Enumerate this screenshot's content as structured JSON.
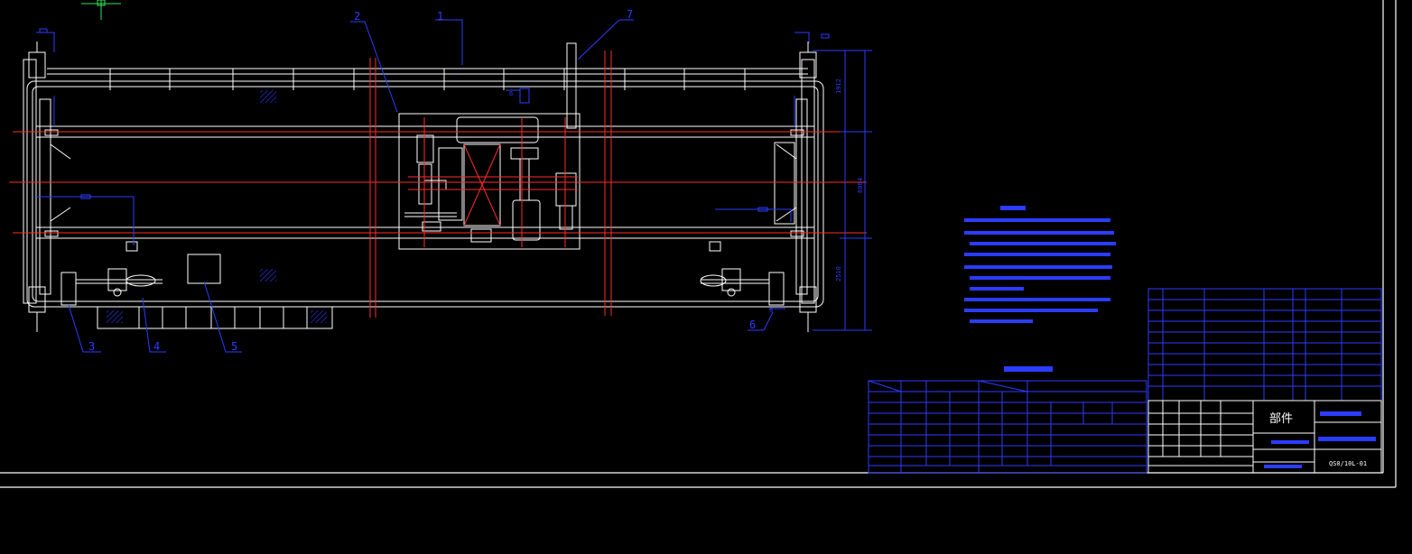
{
  "colors": {
    "background": "#000000",
    "frame": "#ffffff",
    "structure": "#ffffff",
    "centerline": "#ff2b2b",
    "annotation": "#2c3cff"
  },
  "callouts": [
    "1",
    "2",
    "3",
    "4",
    "5",
    "6",
    "7"
  ],
  "dimensions": {
    "top": "1912",
    "middle": "8084",
    "bottom": "2510"
  },
  "section_marks": {
    "a": "6",
    "b": "6"
  },
  "title_block": {
    "part_label": "部件",
    "drawing_number": "QS0/10L-01"
  }
}
